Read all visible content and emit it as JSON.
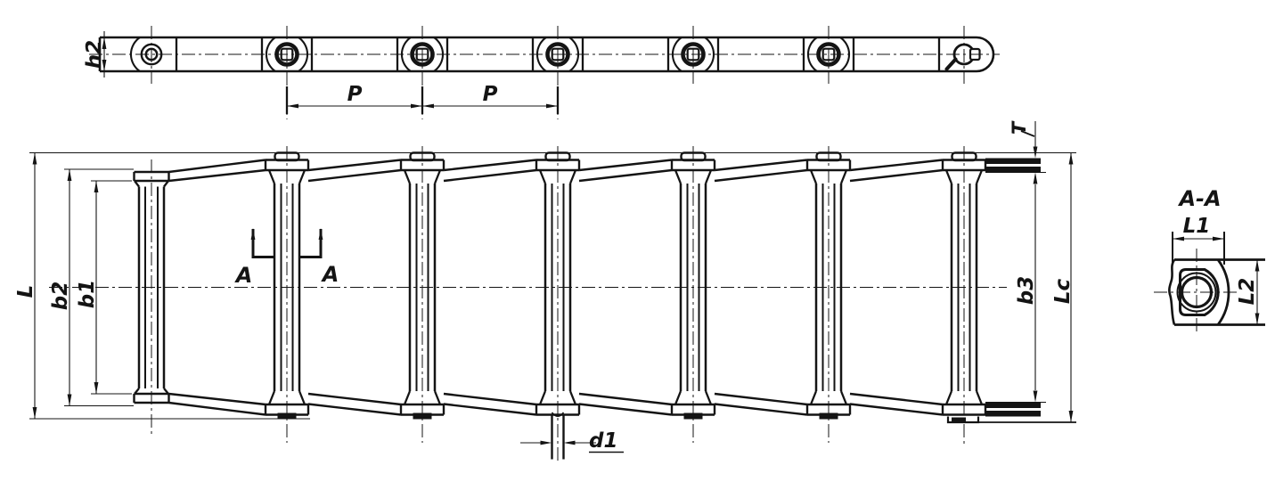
{
  "drawing": {
    "type": "engineering-drawing",
    "subject": "conveyor chain with bushings, side view, plan view and cross section",
    "labels": {
      "plate_height": "h2",
      "pitch": "P",
      "overall_width": "L",
      "inner_width_b1": "b1",
      "outer_width_b2": "b2",
      "end_inner_width_b3": "b3",
      "connect_link_width": "Lc",
      "plate_thickness": "T",
      "pin_diameter": "d1",
      "section_mark": "A",
      "section_title": "A-A",
      "section_width_l1": "L1",
      "section_height_l2": "L2"
    },
    "colors": {
      "ink": "#141414",
      "paper": "#ffffff"
    }
  }
}
